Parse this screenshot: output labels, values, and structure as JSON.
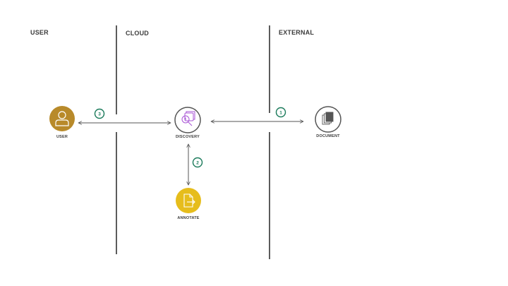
{
  "zones": {
    "user": "USER",
    "cloud": "CLOUD",
    "external": "EXTERNAL"
  },
  "nodes": {
    "user": {
      "label": "USER",
      "icon": "person-icon",
      "color": "#b88a2a"
    },
    "discovery": {
      "label": "DISCOVERY",
      "icon": "discovery-icon",
      "color": "#a855d6"
    },
    "document": {
      "label": "DOCUMENT",
      "icon": "document-stack-icon",
      "color": "#555555"
    },
    "annotate": {
      "label": "ANNOTATE",
      "icon": "annotate-file-icon",
      "color": "#e6bd1c"
    }
  },
  "steps": [
    {
      "number": "1"
    },
    {
      "number": "2"
    },
    {
      "number": "3"
    }
  ],
  "colors": {
    "step_badge": "#1a7a5a",
    "divider": "#333333",
    "connector": "#555555"
  }
}
